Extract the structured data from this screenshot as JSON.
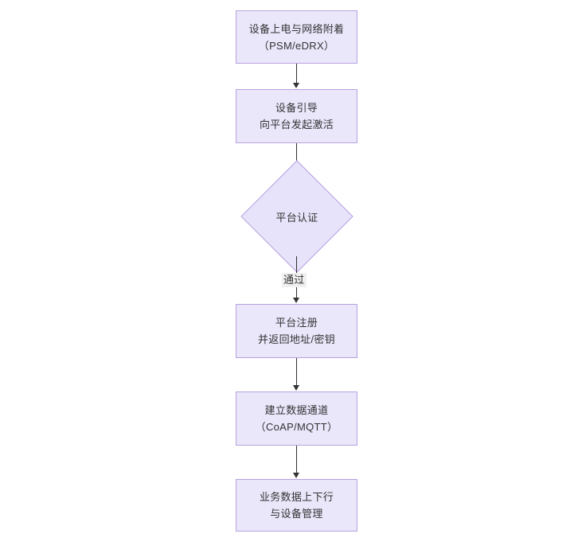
{
  "diagram": {
    "type": "flowchart",
    "orientation": "top-to-bottom",
    "palette": {
      "node_fill": "#eae7fb",
      "node_border": "#b8a2e0",
      "decision_fill": "#e6e3fa",
      "text": "#333333",
      "edge": "#333333",
      "edge_label_bg": "#f0f0f0",
      "background": "#ffffff"
    },
    "nodes": [
      {
        "id": "power-on",
        "shape": "rectangle",
        "line1": "设备上电与网络附着",
        "line2": "（PSM/eDRX）"
      },
      {
        "id": "bootstrap",
        "shape": "rectangle",
        "line1": "设备引导",
        "line2": "向平台发起激活"
      },
      {
        "id": "platform-auth",
        "shape": "diamond",
        "line1": "平台认证",
        "line2": ""
      },
      {
        "id": "platform-register",
        "shape": "rectangle",
        "line1": "平台注册",
        "line2": "并返回地址/密钥"
      },
      {
        "id": "data-channel",
        "shape": "rectangle",
        "line1": "建立数据通道",
        "line2": "（CoAP/MQTT）"
      },
      {
        "id": "service-data",
        "shape": "rectangle",
        "line1": "业务数据上下行",
        "line2": "与设备管理"
      }
    ],
    "edges": [
      {
        "id": "e1",
        "from": "power-on",
        "to": "bootstrap",
        "label": ""
      },
      {
        "id": "e2",
        "from": "bootstrap",
        "to": "platform-auth",
        "label": ""
      },
      {
        "id": "e3",
        "from": "platform-auth",
        "to": "platform-register",
        "label": "通过"
      },
      {
        "id": "e4",
        "from": "platform-register",
        "to": "data-channel",
        "label": ""
      },
      {
        "id": "e5",
        "from": "data-channel",
        "to": "service-data",
        "label": ""
      }
    ]
  }
}
